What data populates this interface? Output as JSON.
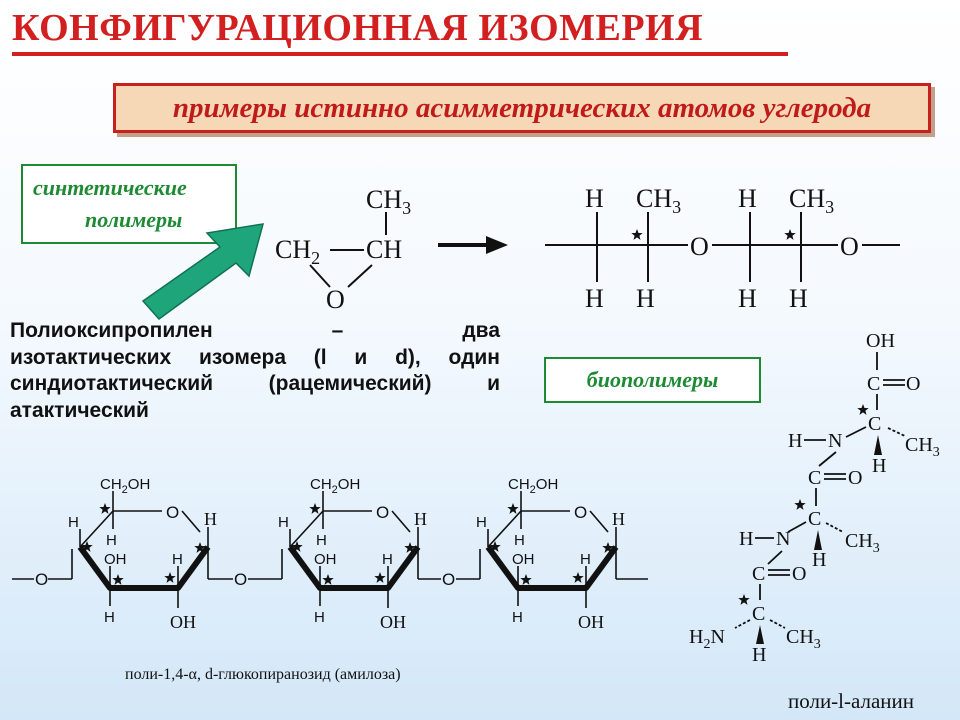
{
  "title": "КОНФИГУРАЦИОННАЯ ИЗОМЕРИЯ",
  "banner": "примеры истинно асимметрических атомов углерода",
  "synthetic_box": {
    "line1": "синтетические",
    "line2": "полимеры"
  },
  "bio_box": "биополимеры",
  "description": {
    "lines": [
      "Полиоксипропилен – два",
      "изотактических изомера (l и d), один",
      "синдиотактический (рацемический) и",
      "атактический"
    ]
  },
  "amylose_caption": "поли-1,4-α, d-глюкопиранозид (амилоза)",
  "alanine_caption": "поли-l-аланин",
  "colors": {
    "title": "#d21f1f",
    "banner_fill": "#f7d8b6",
    "box_green": "#1f8a34",
    "arrow_green": "#1ea67a"
  }
}
